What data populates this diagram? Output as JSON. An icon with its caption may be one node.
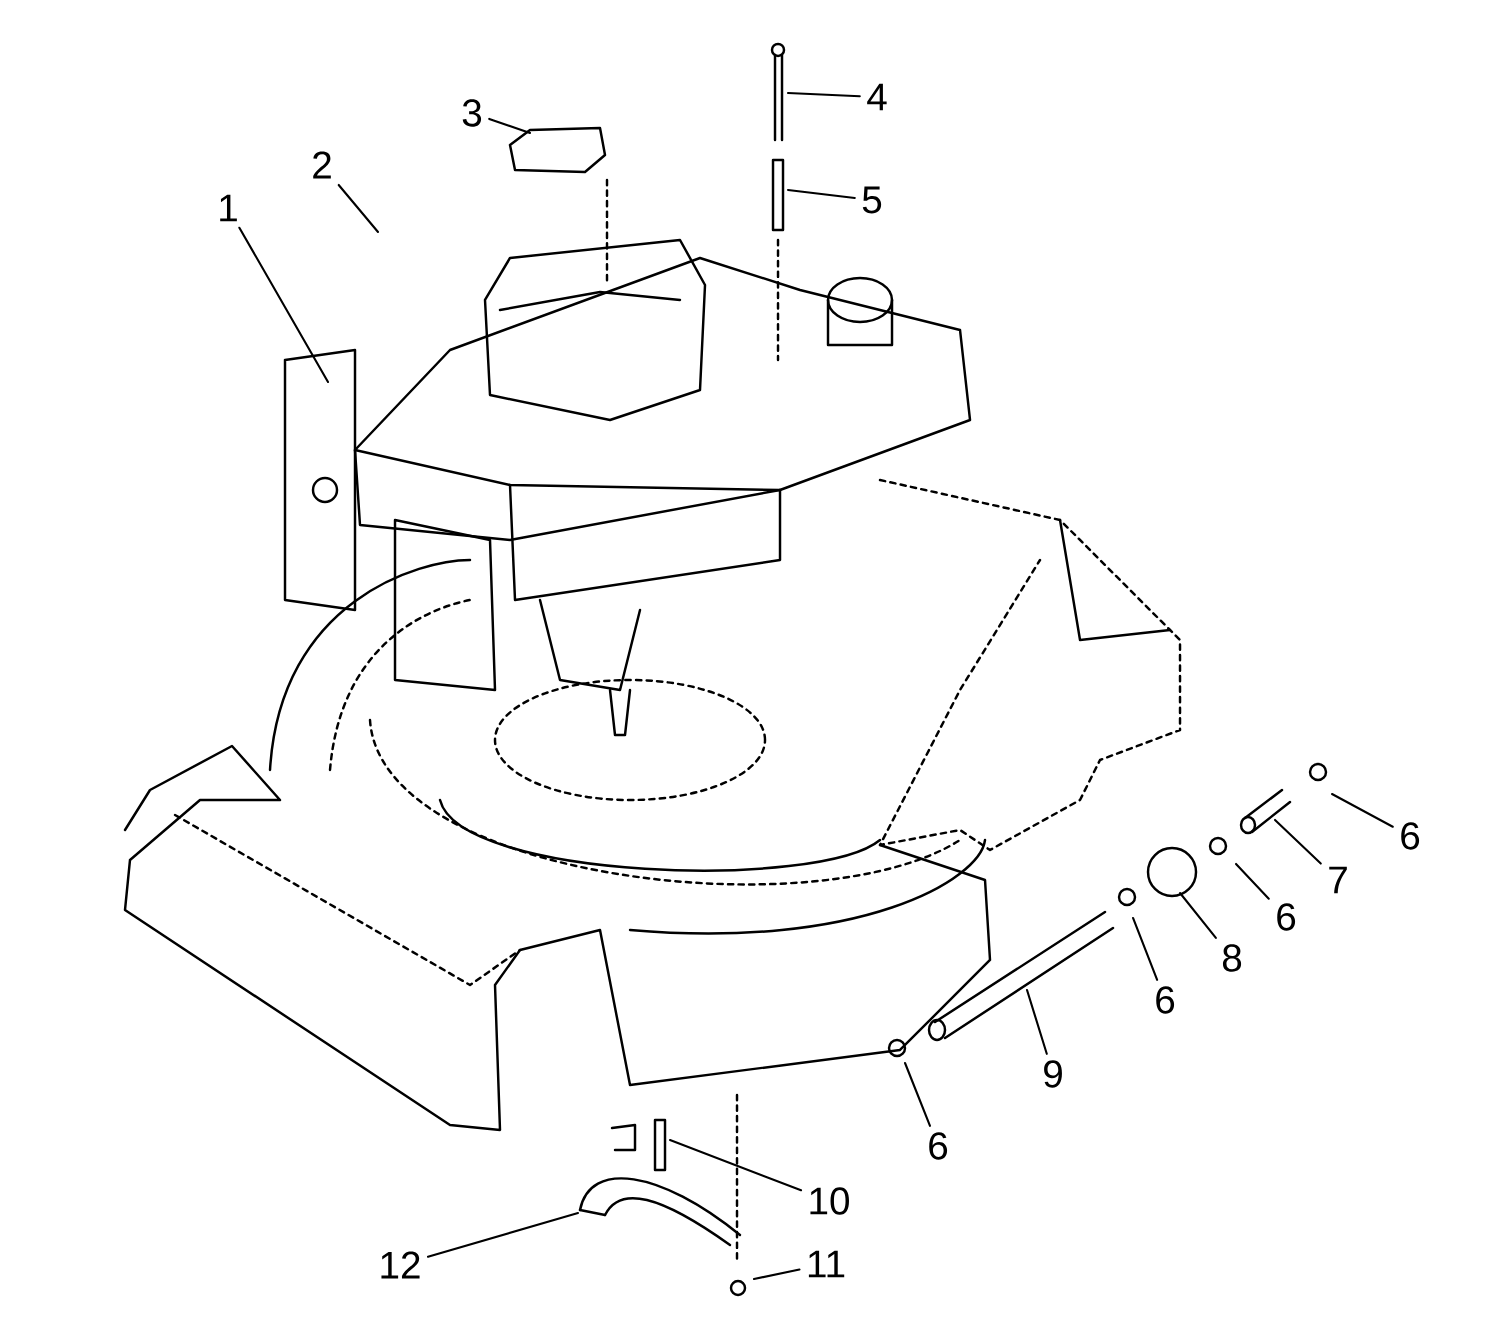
{
  "diagram": {
    "nodes": [
      {
        "text": [
          "1"
        ]
      },
      {
        "text": [
          "2"
        ]
      },
      {
        "text": [
          "3"
        ]
      },
      {
        "text": [
          "4"
        ]
      },
      {
        "text": [
          "5"
        ]
      },
      {
        "text": [
          "6"
        ]
      },
      {
        "text": [
          "7"
        ]
      },
      {
        "text": [
          "6"
        ]
      },
      {
        "text": [
          "8"
        ]
      },
      {
        "text": [
          "6"
        ]
      },
      {
        "text": [
          "9"
        ]
      },
      {
        "text": [
          "6"
        ]
      },
      {
        "text": [
          "10"
        ]
      },
      {
        "text": [
          "12"
        ]
      },
      {
        "text": [
          "11"
        ]
      }
    ],
    "edges": [
      {
        "from": 0,
        "to": null,
        "arrow": "none"
      },
      {
        "from": 1,
        "to": null,
        "arrow": "none"
      },
      {
        "from": 2,
        "to": null,
        "arrow": "none"
      },
      {
        "from": 3,
        "to": null,
        "arrow": "none"
      },
      {
        "from": 4,
        "to": null,
        "arrow": "none"
      },
      {
        "from": 5,
        "to": null,
        "arrow": "none"
      },
      {
        "from": 6,
        "to": null,
        "arrow": "none"
      },
      {
        "from": 7,
        "to": null,
        "arrow": "none"
      },
      {
        "from": 8,
        "to": null,
        "arrow": "none"
      },
      {
        "from": 9,
        "to": null,
        "arrow": "none"
      },
      {
        "from": 10,
        "to": null,
        "arrow": "none"
      },
      {
        "from": 11,
        "to": null,
        "arrow": "none"
      },
      {
        "from": 12,
        "to": null,
        "arrow": "none"
      },
      {
        "from": 13,
        "to": null,
        "arrow": "none"
      },
      {
        "from": 14,
        "to": null,
        "arrow": "none"
      }
    ]
  }
}
